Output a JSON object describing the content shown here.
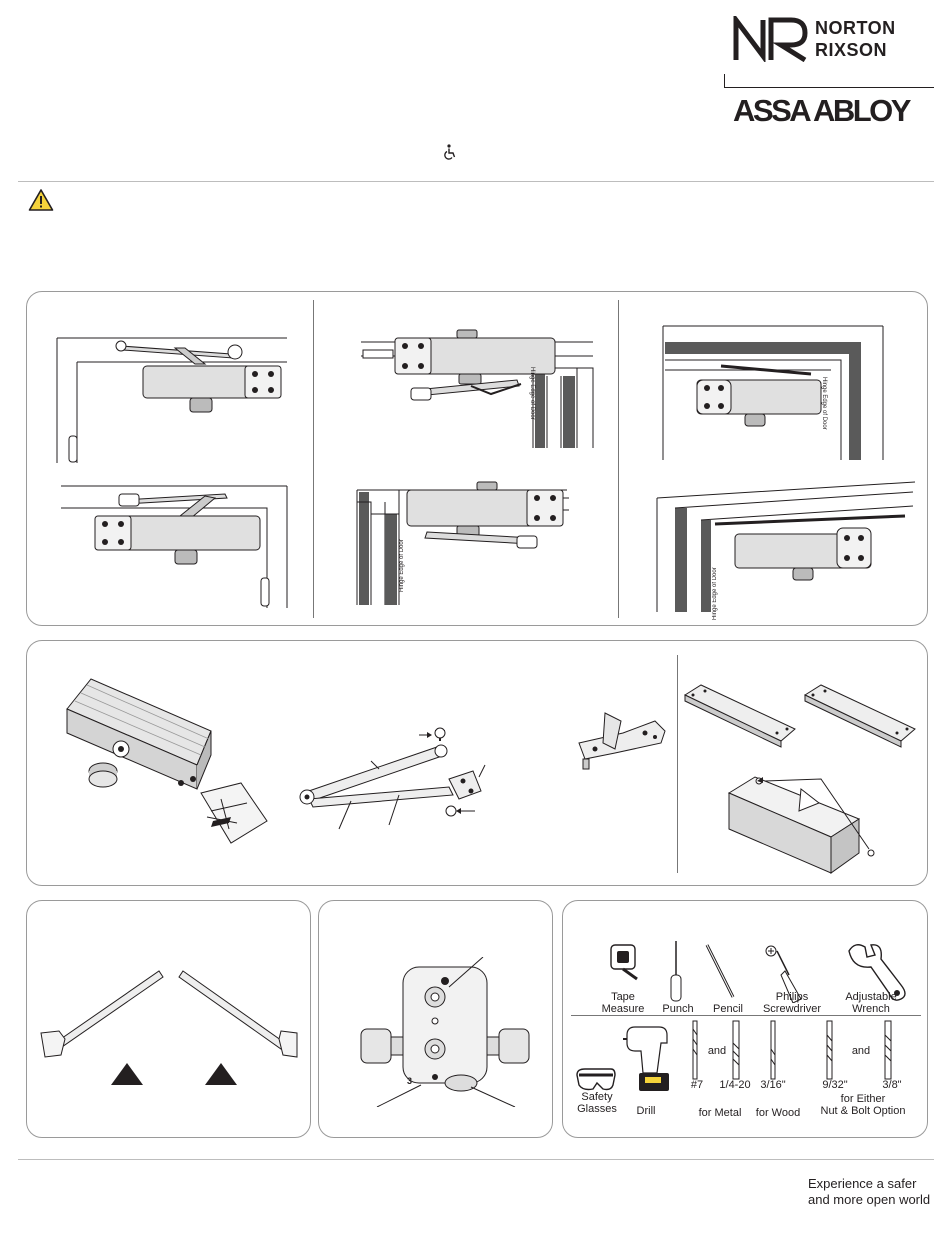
{
  "brand": {
    "norton": "NORTON",
    "rixson": "RIXSON",
    "assa_abloy": "ASSA ABLOY",
    "tagline_line1": "Experience a safer",
    "tagline_line2": "and more open world"
  },
  "icons": {
    "ada": "accessibility-icon",
    "warning": "warning-triangle-icon"
  },
  "mounting_panel": {
    "labels": [
      "Hinge Edge of Door",
      "Hinge Edge of Door",
      "Hinge Edge of Door",
      "Hinge Edge of Door"
    ]
  },
  "tools": {
    "tape_line1": "Tape",
    "tape_line2": "Measure",
    "punch": "Punch",
    "pencil": "Pencil",
    "philips_line1": "Philips",
    "philips_line2": "Screwdriver",
    "wrench_line1": "Adjustable",
    "wrench_line2": "Wrench",
    "safety_line1": "Safety",
    "safety_line2": "Glasses",
    "drill": "Drill",
    "and1": "and",
    "bit7": "#7",
    "bit14": "1/4-20",
    "for_metal": "for Metal",
    "bit316": "3/16\"",
    "for_wood": "for Wood",
    "bit932": "9/32\"",
    "and2": "and",
    "bit38": "3/8\"",
    "for_either": "for Either",
    "nut_bolt": "Nut & Bolt Option"
  },
  "valve_panel": {
    "marker": "3"
  },
  "colors": {
    "ink": "#231f20",
    "panel_border": "#9a9a9a",
    "warning_fill": "#f5d33b",
    "frame_dark": "#5a5a5a"
  }
}
